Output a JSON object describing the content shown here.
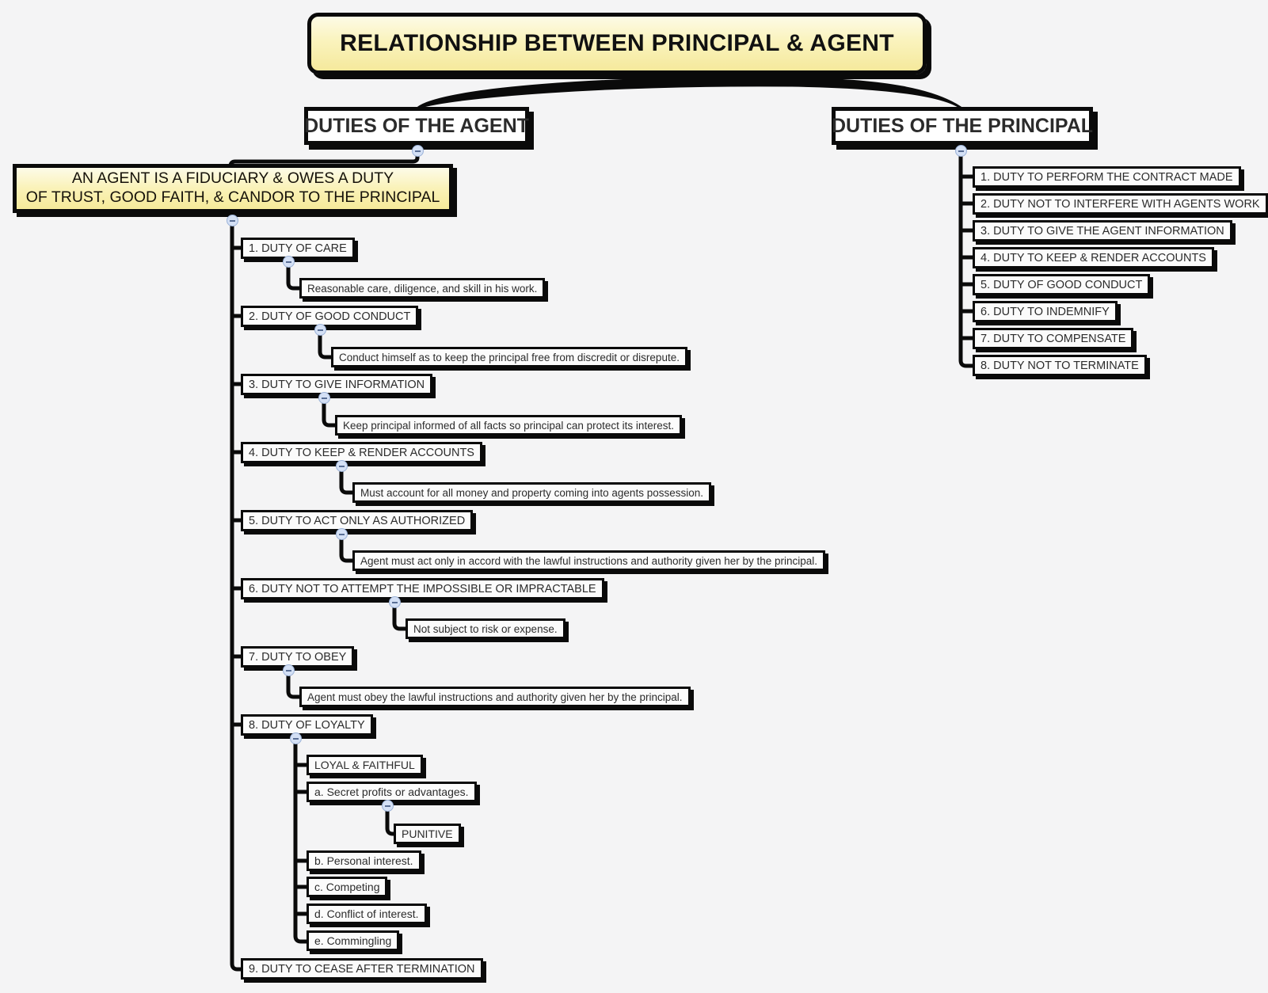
{
  "background_color": "#f4f4f5",
  "accent_color": "#f5e99c",
  "line_color": "#0a0a0a",
  "toggle_color": "#d4e0f5",
  "root": {
    "label": "RELATIONSHIP BETWEEN PRINCIPAL & AGENT"
  },
  "branches": {
    "agent": {
      "label": "DUTIES OF THE AGENT"
    },
    "principal": {
      "label": "DUTIES OF THE PRINCIPAL"
    }
  },
  "fiduciary_note": {
    "line1": "AN AGENT IS A FIDUCIARY & OWES A DUTY",
    "line2": "OF TRUST, GOOD FAITH, & CANDOR TO THE PRINCIPAL"
  },
  "agent_duties": [
    {
      "label": "1. DUTY OF CARE",
      "detail": "Reasonable care, diligence, and skill in his work."
    },
    {
      "label": "2. DUTY OF GOOD CONDUCT",
      "detail": "Conduct himself as to keep the principal free from discredit or disrepute."
    },
    {
      "label": "3. DUTY TO GIVE INFORMATION",
      "detail": "Keep principal informed of all facts so principal can protect its interest."
    },
    {
      "label": "4. DUTY TO KEEP & RENDER ACCOUNTS",
      "detail": "Must account for all money and property coming into agents possession."
    },
    {
      "label": "5. DUTY TO ACT ONLY AS AUTHORIZED",
      "detail": "Agent must act only in accord with the lawful instructions and authority given her by the principal."
    },
    {
      "label": "6. DUTY NOT TO ATTEMPT THE IMPOSSIBLE OR IMPRACTABLE",
      "detail": "Not subject to risk or expense."
    },
    {
      "label": "7. DUTY TO OBEY",
      "detail": "Agent must obey  the lawful instructions and authority given her by the principal."
    },
    {
      "label": "8. DUTY OF LOYALTY",
      "detail": null
    },
    {
      "label": "9. DUTY TO CEASE AFTER TERMINATION",
      "detail": null
    }
  ],
  "loyalty_children": [
    {
      "label": "LOYAL & FAITHFUL"
    },
    {
      "label": "a. Secret profits or advantages.",
      "child": "PUNITIVE"
    },
    {
      "label": "b. Personal interest."
    },
    {
      "label": "c. Competing"
    },
    {
      "label": "d. Conflict of interest."
    },
    {
      "label": "e. Commingling"
    }
  ],
  "principal_duties": [
    {
      "label": "1. DUTY TO PERFORM THE CONTRACT MADE"
    },
    {
      "label": "2. DUTY NOT TO INTERFERE WITH AGENTS WORK"
    },
    {
      "label": "3. DUTY TO GIVE THE AGENT INFORMATION"
    },
    {
      "label": "4. DUTY TO KEEP & RENDER ACCOUNTS"
    },
    {
      "label": "5. DUTY OF GOOD CONDUCT"
    },
    {
      "label": "6. DUTY TO INDEMNIFY"
    },
    {
      "label": "7. DUTY TO COMPENSATE"
    },
    {
      "label": "8. DUTY NOT TO TERMINATE"
    }
  ]
}
